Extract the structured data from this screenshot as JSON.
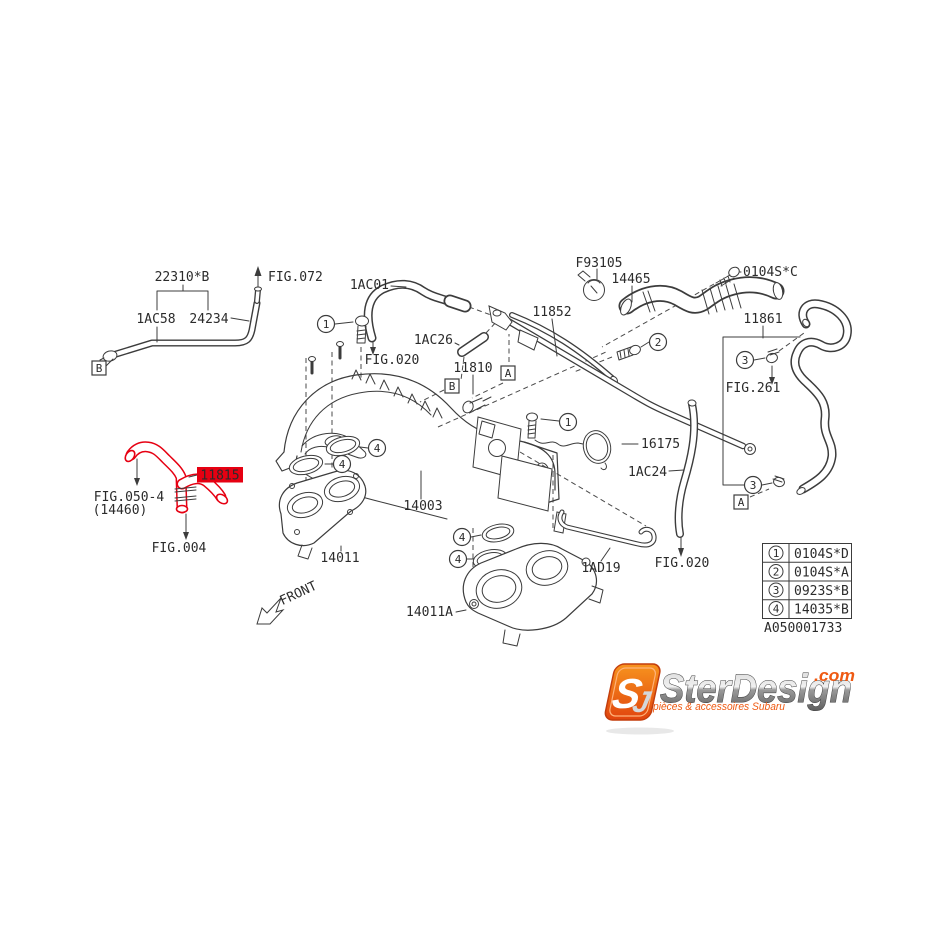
{
  "diagram": {
    "part_labels": {
      "p22310b": "22310*B",
      "p1ac58": "1AC58",
      "p24234": "24234",
      "fig072": "FIG.072",
      "p1ac01": "1AC01",
      "fig020_left": "FIG.020",
      "p1ac26": "1AC26",
      "p11810": "11810",
      "p11852": "11852",
      "pf93105": "F93105",
      "p14465": "14465",
      "p0104sc": "0104S*C",
      "p11861": "11861",
      "fig261": "FIG.261",
      "p16175": "16175",
      "p1ac24": "1AC24",
      "p14003": "14003",
      "p1ad19": "1AD19",
      "fig020_right": "FIG.020",
      "p14011": "14011",
      "p14011a": "14011A",
      "p11815": "11815",
      "fig050": "FIG.050-4",
      "p14460": "(14460)",
      "fig004": "FIG.004",
      "front": "FRONT"
    },
    "ref_boxes": {
      "a": "A",
      "b": "B"
    },
    "callouts": {
      "n1": "1",
      "n2": "2",
      "n3": "3",
      "n4": "4"
    },
    "legend": {
      "rows": [
        {
          "num": "1",
          "code": "0104S*D"
        },
        {
          "num": "2",
          "code": "0104S*A"
        },
        {
          "num": "3",
          "code": "0923S*B"
        },
        {
          "num": "4",
          "code": "14035*B"
        }
      ],
      "doc_number": "A050001733"
    },
    "colors": {
      "line": "#3c3c3c",
      "highlight": "#e60012"
    }
  },
  "logo": {
    "monogram_s": "S",
    "monogram_j": "J",
    "name": "SterDesign",
    "tld": ".com",
    "tagline": "pièces & accessoires Subaru",
    "orange": "#ef5a13"
  }
}
